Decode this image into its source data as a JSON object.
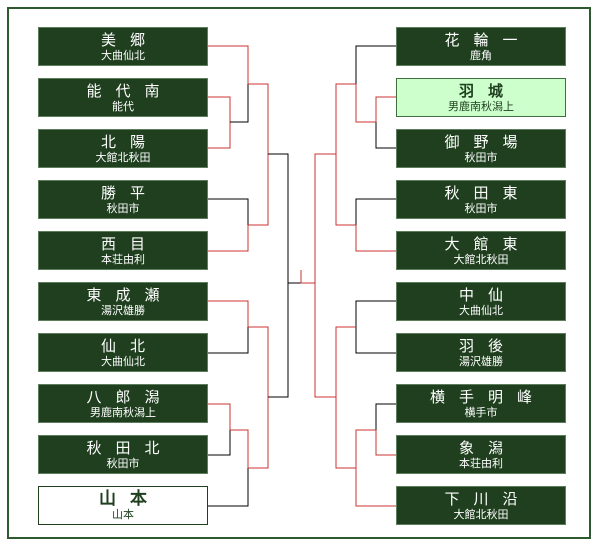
{
  "colors": {
    "win_line": "#cc3333",
    "lose_line": "#000000",
    "team_bg": "#1f3f1f",
    "highlight_bg": "#ccffcc"
  },
  "left": [
    {
      "name": "美郷",
      "area": "大曲仙北"
    },
    {
      "name": "能代南",
      "area": "能代"
    },
    {
      "name": "北陽",
      "area": "大館北秋田"
    },
    {
      "name": "勝平",
      "area": "秋田市"
    },
    {
      "name": "西目",
      "area": "本荘由利"
    },
    {
      "name": "東成瀬",
      "area": "湯沢雄勝"
    },
    {
      "name": "仙北",
      "area": "大曲仙北"
    },
    {
      "name": "八郎潟",
      "area": "男鹿南秋潟上"
    },
    {
      "name": "秋田北",
      "area": "秋田市"
    },
    {
      "name": "山本",
      "area": "山本"
    }
  ],
  "right": [
    {
      "name": "花輪一",
      "area": "鹿角"
    },
    {
      "name": "羽城",
      "area": "男鹿南秋潟上"
    },
    {
      "name": "御野場",
      "area": "秋田市"
    },
    {
      "name": "秋田東",
      "area": "秋田市"
    },
    {
      "name": "大館東",
      "area": "大館北秋田"
    },
    {
      "name": "中仙",
      "area": "大曲仙北"
    },
    {
      "name": "羽後",
      "area": "湯沢雄勝"
    },
    {
      "name": "横手明峰",
      "area": "横手市"
    },
    {
      "name": "象潟",
      "area": "本荘由利"
    },
    {
      "name": "下川沿",
      "area": "大館北秋田"
    }
  ]
}
